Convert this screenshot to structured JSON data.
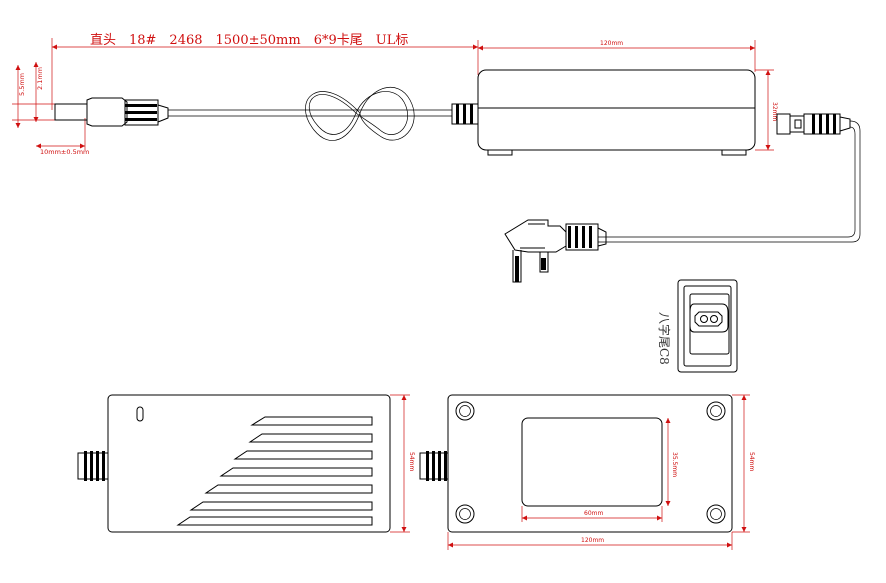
{
  "top_spec": "直头　18#　2468　1500±50mm　6*9卡尾　UL标",
  "dims": {
    "plug_od": "5.5mm",
    "plug_id": "2.1mm",
    "plug_len": "10mm±0.5mm",
    "adapter_length_top": "120mm",
    "adapter_height_side": "32mm",
    "adapter_width_left": "54mm",
    "adapter_width_right": "54mm",
    "label_width": "60mm",
    "label_height": "35.5mm",
    "adapter_length_bottom": "120mm"
  },
  "tail_label": "八字尾C8"
}
